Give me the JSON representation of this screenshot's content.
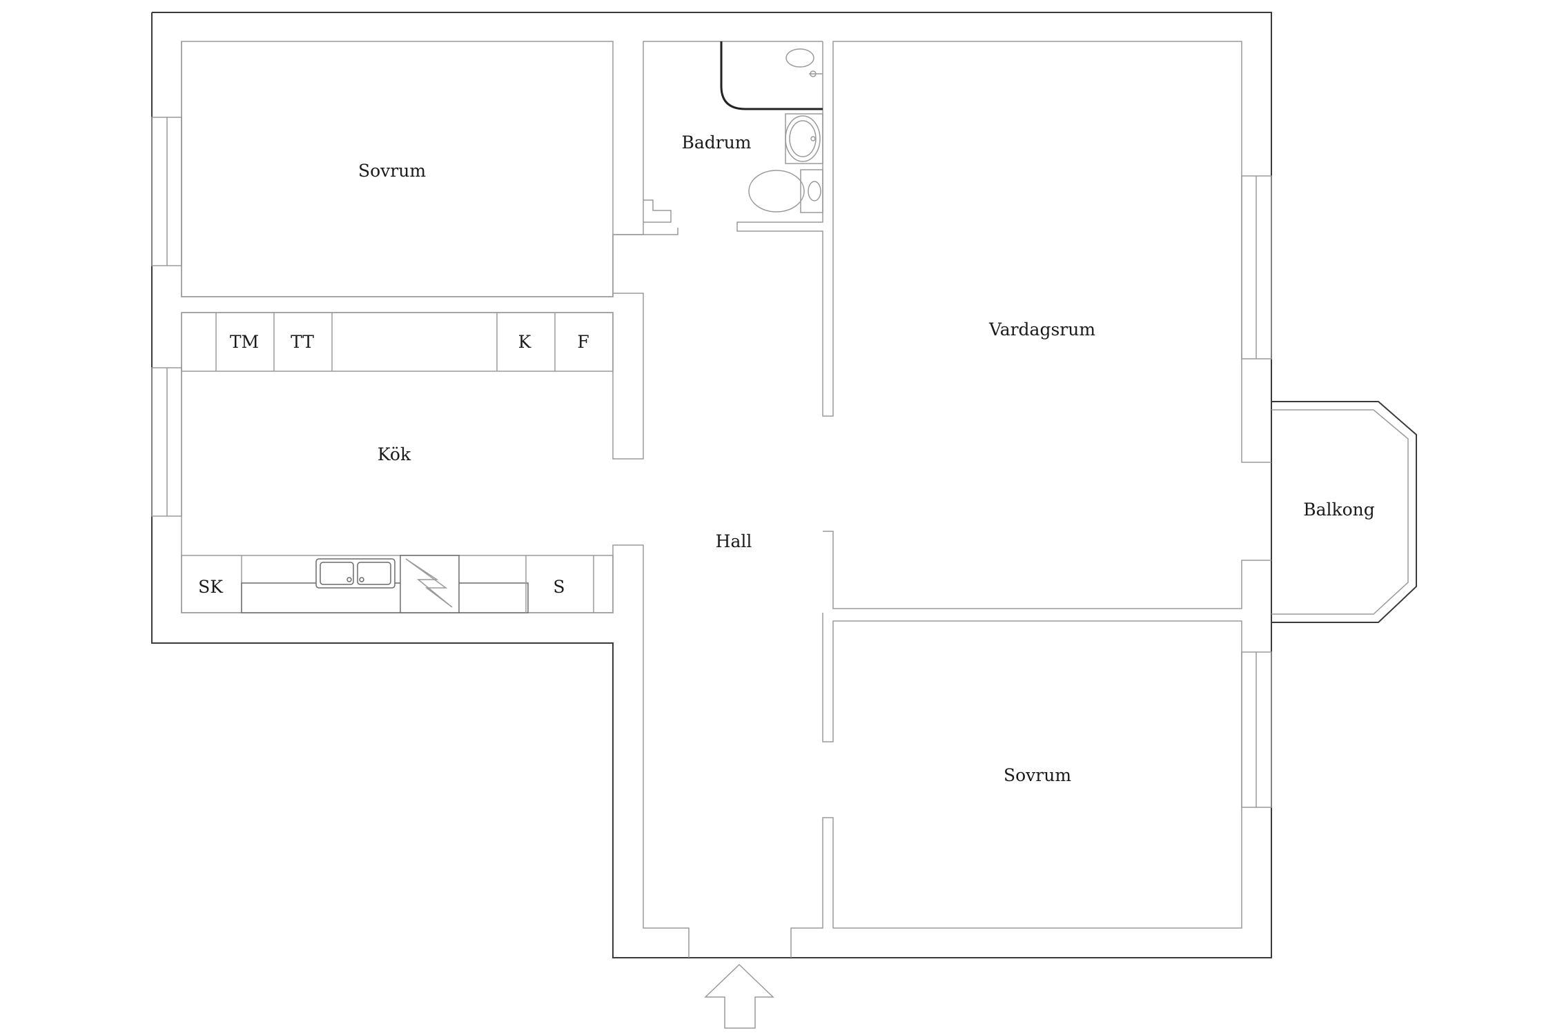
{
  "rooms": {
    "bedroom_top": "Sovrum",
    "bathroom": "Badrum",
    "living_room": "Vardagsrum",
    "kitchen": "Kök",
    "hall": "Hall",
    "balcony": "Balkong",
    "bedroom_bottom": "Sovrum"
  },
  "appliances": {
    "tm": "TM",
    "tt": "TT",
    "k": "K",
    "f": "F",
    "sk": "SK",
    "s": "S"
  },
  "icons": {
    "entrance": "entrance-arrow-icon",
    "toilet": "toilet-icon",
    "sink": "sink-icon",
    "bathtub": "bathtub-icon",
    "kitchen_sink": "kitchen-sink-icon",
    "stove_vent": "stove-icon"
  }
}
